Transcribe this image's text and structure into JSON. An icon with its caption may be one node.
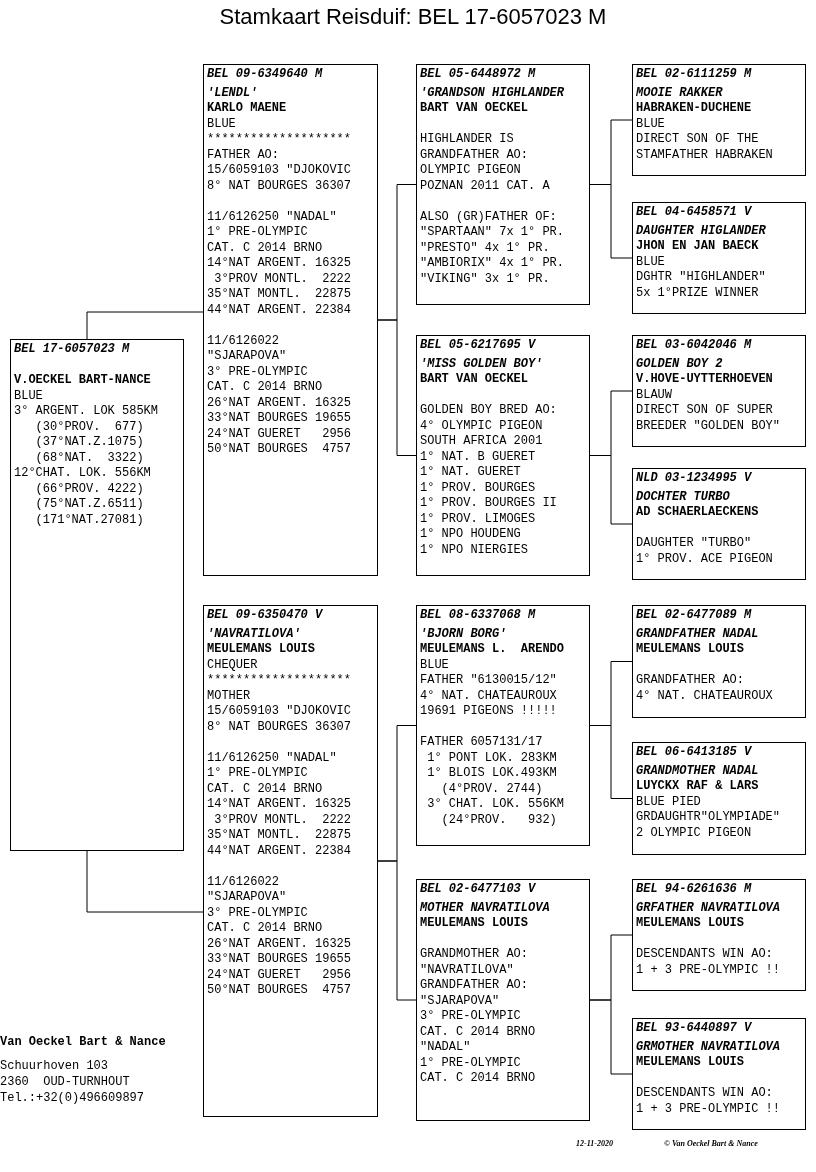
{
  "diagram": {
    "title": "Stamkaart Reisduif: BEL 17-6057023 M",
    "nodes": [
      {
        "text": [
          "BEL 17-6057023 M",
          "V.OECKEL BART-NANCE",
          "BLUE",
          "3° ARGENT. LOK 585KM",
          "   (30°PROV.  677)",
          "   (37°NAT.Z.1075)",
          "   (68°NAT.  3322)",
          "12°CHAT. LOK. 556KM",
          "   (66°PROV. 4222)",
          "   (75°NAT.Z.6511)",
          "   (171°NAT.27081)"
        ]
      },
      {
        "text": [
          "BEL 09-6349640 M",
          "'LENDL'",
          "KARLO MAENE",
          "BLUE",
          "********************",
          "FATHER AO:",
          "15/6059103 \"DJOKOVIC",
          "8° NAT BOURGES 36307",
          "11/6126250 \"NADAL\"",
          "1° PRE-OLYMPIC",
          "CAT. C 2014 BRNO",
          "14°NAT ARGENT. 16325",
          " 3°PROV MONTL.  2222",
          "35°NAT MONTL.  22875",
          "44°NAT ARGENT. 22384",
          "11/6126022",
          "\"SJARAPOVA\"",
          "3° PRE-OLYMPIC",
          "CAT. C 2014 BRNO",
          "26°NAT ARGENT. 16325",
          "33°NAT BOURGES 19655",
          "24°NAT GUERET   2956",
          "50°NAT BOURGES  4757"
        ]
      },
      {
        "text": [
          "BEL 09-6350470 V",
          "'NAVRATILOVA'",
          "MEULEMANS LOUIS",
          "CHEQUER",
          "********************",
          "MOTHER",
          "15/6059103 \"DJOKOVIC",
          "8° NAT BOURGES 36307",
          "11/6126250 \"NADAL\"",
          "1° PRE-OLYMPIC",
          "CAT. C 2014 BRNO",
          "14°NAT ARGENT. 16325",
          " 3°PROV MONTL.  2222",
          "35°NAT MONTL.  22875",
          "44°NAT ARGENT. 22384",
          "11/6126022",
          "\"SJARAPOVA\"",
          "3° PRE-OLYMPIC",
          "CAT. C 2014 BRNO",
          "26°NAT ARGENT. 16325",
          "33°NAT BOURGES 19655",
          "24°NAT GUERET   2956",
          "50°NAT BOURGES  4757"
        ]
      },
      {
        "text": [
          "BEL 05-6448972 M",
          "'GRANDSON HIGHLANDER",
          "BART VAN OECKEL",
          "HIGHLANDER IS",
          "GRANDFATHER AO:",
          "OLYMPIC PIGEON",
          "POZNAN 2011 CAT. A",
          "ALSO (GR)FATHER OF:",
          "\"SPARTAAN\" 7x 1° PR.",
          "\"PRESTO\" 4x 1° PR.",
          "\"AMBIORIX\" 4x 1° PR.",
          "\"VIKING\" 3x 1° PR."
        ]
      },
      {
        "text": [
          "BEL 05-6217695 V",
          "'MISS GOLDEN BOY'",
          "BART VAN OECKEL",
          "GOLDEN BOY BRED AO:",
          "4° OLYMPIC PIGEON",
          "SOUTH AFRICA 2001",
          "1° NAT. B GUERET",
          "1° NAT. GUERET",
          "1° PROV. BOURGES",
          "1° PROV. BOURGES II",
          "1° PROV. LIMOGES",
          "1° NPO HOUDENG",
          "1° NPO NIERGIES"
        ]
      },
      {
        "text": [
          "BEL 08-6337068 M",
          "'BJORN BORG'",
          "MEULEMANS L.  ARENDO",
          "BLUE",
          "FATHER \"6130015/12\"",
          "4° NAT. CHATEAUROUX",
          "19691 PIGEONS !!!!!",
          "FATHER 6057131/17",
          " 1° PONT LOK. 283KM",
          " 1° BLOIS LOK.493KM",
          "   (4°PROV. 2744)",
          " 3° CHAT. LOK. 556KM",
          "   (24°PROV.   932)"
        ]
      },
      {
        "text": [
          "BEL 02-6477103 V",
          "MOTHER NAVRATILOVA",
          "MEULEMANS LOUIS",
          "GRANDMOTHER AO:",
          "\"NAVRATILOVA\"",
          "GRANDFATHER AO:",
          "\"SJARAPOVA\"",
          "3° PRE-OLYMPIC",
          "CAT. C 2014 BRNO",
          "\"NADAL\"",
          "1° PRE-OLYMPIC",
          "CAT. C 2014 BRNO"
        ]
      },
      {
        "text": [
          "BEL 02-6111259 M",
          "MOOIE RAKKER",
          "HABRAKEN-DUCHENE",
          "BLUE",
          "DIRECT SON OF THE",
          "STAMFATHER HABRAKEN"
        ]
      },
      {
        "text": [
          "BEL 04-6458571 V",
          "DAUGHTER HIGLANDER",
          "JHON EN JAN BAECK",
          "BLUE",
          "DGHTR \"HIGHLANDER\"",
          "5x 1°PRIZE WINNER"
        ]
      },
      {
        "text": [
          "BEL 03-6042046 M",
          "GOLDEN BOY 2",
          "V.HOVE-UYTTERHOEVEN",
          "BLAUW",
          "DIRECT SON OF SUPER",
          "BREEDER \"GOLDEN BOY\""
        ]
      },
      {
        "text": [
          "NLD 03-1234995 V",
          "DOCHTER TURBO",
          "AD SCHAERLAECKENS",
          "DAUGHTER \"TURBO\"",
          "1° PROV. ACE PIGEON"
        ]
      },
      {
        "text": [
          "BEL 02-6477089 M",
          "GRANDFATHER NADAL",
          "MEULEMANS LOUIS",
          "GRANDFATHER AO:",
          "4° NAT. CHATEAUROUX"
        ]
      },
      {
        "text": [
          "BEL 06-6413185 V",
          "GRANDMOTHER NADAL",
          "LUYCKX RAF & LARS",
          "BLUE PIED",
          "GRDAUGHTR\"OLYMPIADE\"",
          "2 OLYMPIC PIGEON"
        ]
      },
      {
        "text": [
          "BEL 94-6261636 M",
          "GRFATHER NAVRATILOVA",
          "MEULEMANS LOUIS",
          "DESCENDANTS WIN AO:",
          "1 + 3 PRE-OLYMPIC !!"
        ]
      },
      {
        "text": [
          "BEL 93-6440897 V",
          "GRMOTHER NAVRATILOVA",
          "MEULEMANS LOUIS",
          "DESCENDANTS WIN AO:",
          "1 + 3 PRE-OLYMPIC !!"
        ]
      }
    ],
    "edges": [
      {
        "from": 0,
        "to": 1,
        "arrow": "none"
      },
      {
        "from": 0,
        "to": 2,
        "arrow": "none"
      },
      {
        "from": 1,
        "to": 3,
        "arrow": "none"
      },
      {
        "from": 1,
        "to": 4,
        "arrow": "none"
      },
      {
        "from": 2,
        "to": 5,
        "arrow": "none"
      },
      {
        "from": 2,
        "to": 6,
        "arrow": "none"
      },
      {
        "from": 3,
        "to": 7,
        "arrow": "none"
      },
      {
        "from": 3,
        "to": 8,
        "arrow": "none"
      },
      {
        "from": 4,
        "to": 9,
        "arrow": "none"
      },
      {
        "from": 4,
        "to": 10,
        "arrow": "none"
      },
      {
        "from": 5,
        "to": 11,
        "arrow": "none"
      },
      {
        "from": 5,
        "to": 12,
        "arrow": "none"
      },
      {
        "from": 6,
        "to": 13,
        "arrow": "none"
      },
      {
        "from": 6,
        "to": 14,
        "arrow": "none"
      }
    ],
    "labels": [
      "Van Oeckel Bart & Nance",
      "Schuurhoven 103",
      "2360  OUD-TURNHOUT",
      "Tel.:+32(0)496609897",
      "12-11-2020",
      "© Van Oeckel Bart & Nance"
    ]
  }
}
